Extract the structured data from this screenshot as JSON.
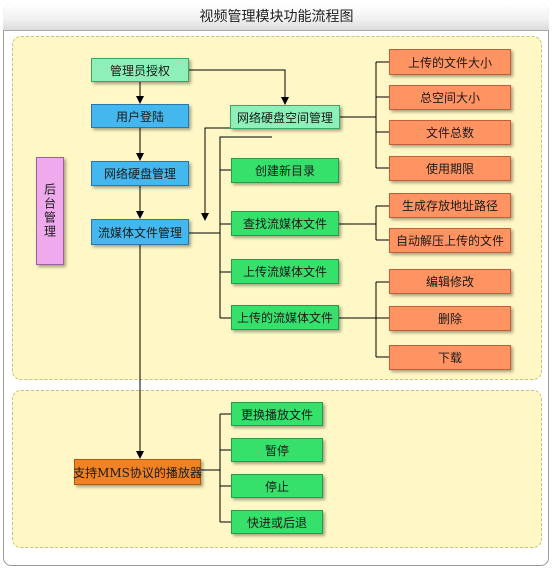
{
  "title": "视频管理模块功能流程图",
  "sidebar_label": "后台管理",
  "nodes": {
    "admin_auth": "管理员授权",
    "user_login": "用户登陆",
    "disk_mgmt": "网络硬盘管理",
    "media_mgmt": "流媒体文件管理",
    "disk_space_mgmt": "网络硬盘空间管理",
    "upload_size": "上传的文件大小",
    "total_space": "总空间大小",
    "file_count": "文件总数",
    "usage_period": "使用期限",
    "create_dir": "创建新目录",
    "find_media": "查找流媒体文件",
    "gen_path": "生成存放地址路径",
    "auto_unzip": "自动解压上传的文件",
    "upload_media": "上传流媒体文件",
    "uploaded_media": "上传的流媒体文件",
    "edit": "编辑修改",
    "delete": "删除",
    "download": "下载",
    "mms_player": "支持MMS协议的播放器",
    "change_file": "更换播放文件",
    "pause": "暂停",
    "stop": "停止",
    "seek": "快进或后退"
  },
  "colors": {
    "green": "#35e06b",
    "mint": "#8ef0b8",
    "blue": "#43b7ee",
    "orange": "#ff9462",
    "dark_orange": "#f08224",
    "pink": "#efaaee",
    "panel": "#fff8c6"
  }
}
